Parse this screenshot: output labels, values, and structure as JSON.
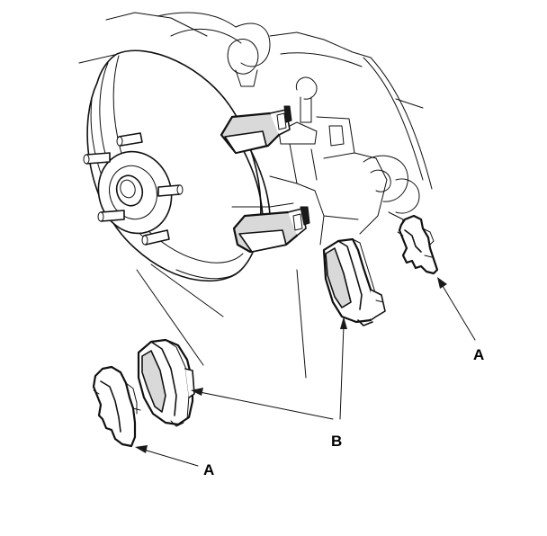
{
  "callouts": {
    "a_right": "A",
    "b": "B",
    "a_left": "A"
  },
  "colors": {
    "line": "#111111",
    "shade": "#d9d9d9",
    "background": "#ffffff"
  }
}
